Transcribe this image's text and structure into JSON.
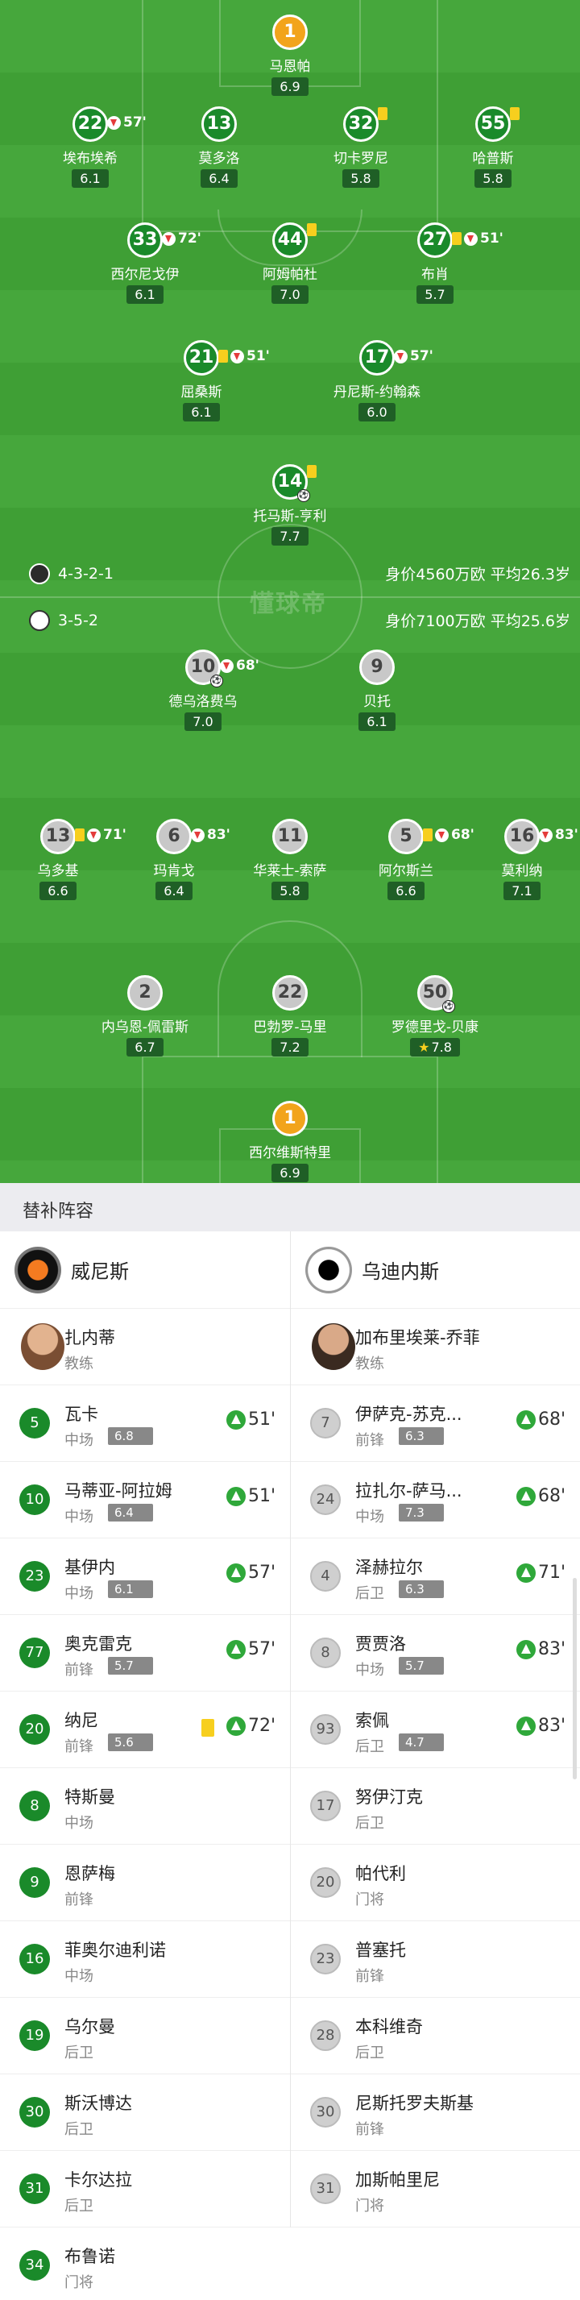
{
  "pitch": {
    "watermark": "懂球帝",
    "top_team": {
      "formation": "4-3-2-1",
      "value_text": "身价4560万欧 平均26.3岁",
      "players": [
        {
          "num": "1",
          "name": "马恩帕",
          "rating": "6.9",
          "gk": true
        },
        {
          "num": "22",
          "name": "埃布埃希",
          "rating": "6.1",
          "sub_out": "57'"
        },
        {
          "num": "13",
          "name": "莫多洛",
          "rating": "6.4"
        },
        {
          "num": "32",
          "name": "切卡罗尼",
          "rating": "5.8",
          "yellow": true
        },
        {
          "num": "55",
          "name": "哈普斯",
          "rating": "5.8",
          "yellow": true
        },
        {
          "num": "33",
          "name": "西尔尼戈伊",
          "rating": "6.1",
          "sub_out": "72'"
        },
        {
          "num": "44",
          "name": "阿姆帕杜",
          "rating": "7.0",
          "yellow": true
        },
        {
          "num": "27",
          "name": "布肖",
          "rating": "5.7",
          "yellow": true,
          "sub_out": "51'"
        },
        {
          "num": "21",
          "name": "屈桑斯",
          "rating": "6.1",
          "yellow": true,
          "sub_out": "51'"
        },
        {
          "num": "17",
          "name": "丹尼斯-约翰森",
          "rating": "6.0",
          "sub_out": "57'"
        },
        {
          "num": "14",
          "name": "托马斯-亨利",
          "rating": "7.7",
          "yellow": true,
          "goal": true
        }
      ]
    },
    "bottom_team": {
      "formation": "3-5-2",
      "value_text": "身价7100万欧 平均25.6岁",
      "players": [
        {
          "num": "10",
          "name": "德乌洛费乌",
          "rating": "7.0",
          "sub_out": "68'",
          "goal": true
        },
        {
          "num": "9",
          "name": "贝托",
          "rating": "6.1"
        },
        {
          "num": "13",
          "name": "乌多基",
          "rating": "6.6",
          "yellow": true,
          "sub_out": "71'"
        },
        {
          "num": "6",
          "name": "玛肯戈",
          "rating": "6.4",
          "sub_out": "83'"
        },
        {
          "num": "11",
          "name": "华莱士-索萨",
          "rating": "5.8"
        },
        {
          "num": "5",
          "name": "阿尔斯兰",
          "rating": "6.6",
          "yellow": true,
          "sub_out": "68'"
        },
        {
          "num": "16",
          "name": "莫利纳",
          "rating": "7.1",
          "sub_out": "83'"
        },
        {
          "num": "2",
          "name": "内乌恩-佩雷斯",
          "rating": "6.7"
        },
        {
          "num": "22",
          "name": "巴勃罗-马里",
          "rating": "7.2"
        },
        {
          "num": "50",
          "name": "罗德里戈-贝康",
          "rating": "7.8",
          "goal": true,
          "star": true
        },
        {
          "num": "1",
          "name": "西尔维斯特里",
          "rating": "6.9",
          "gk": true
        }
      ]
    }
  },
  "subs": {
    "title": "替补阵容",
    "left": {
      "team": "威尼斯",
      "coach": {
        "name": "扎内蒂",
        "role": "教练"
      },
      "players": [
        {
          "num": "5",
          "name": "瓦卡",
          "pos": "中场",
          "rating": "6.8",
          "in": "51'"
        },
        {
          "num": "10",
          "name": "马蒂亚-阿拉姆",
          "pos": "中场",
          "rating": "6.4",
          "in": "51'"
        },
        {
          "num": "23",
          "name": "基伊内",
          "pos": "中场",
          "rating": "6.1",
          "in": "57'"
        },
        {
          "num": "77",
          "name": "奥克雷克",
          "pos": "前锋",
          "rating": "5.7",
          "in": "57'"
        },
        {
          "num": "20",
          "name": "纳尼",
          "pos": "前锋",
          "rating": "5.6",
          "in": "72'",
          "yellow": true
        },
        {
          "num": "8",
          "name": "特斯曼",
          "pos": "中场"
        },
        {
          "num": "9",
          "name": "恩萨梅",
          "pos": "前锋"
        },
        {
          "num": "16",
          "name": "菲奥尔迪利诺",
          "pos": "中场"
        },
        {
          "num": "19",
          "name": "乌尔曼",
          "pos": "后卫"
        },
        {
          "num": "30",
          "name": "斯沃博达",
          "pos": "后卫"
        },
        {
          "num": "31",
          "name": "卡尔达拉",
          "pos": "后卫"
        },
        {
          "num": "34",
          "name": "布鲁诺",
          "pos": "门将"
        }
      ]
    },
    "right": {
      "team": "乌迪内斯",
      "coach": {
        "name": "加布里埃莱-乔菲",
        "role": "教练"
      },
      "players": [
        {
          "num": "7",
          "name": "伊萨克-苏克...",
          "pos": "前锋",
          "rating": "6.3",
          "in": "68'"
        },
        {
          "num": "24",
          "name": "拉扎尔-萨马...",
          "pos": "中场",
          "rating": "7.3",
          "in": "68'"
        },
        {
          "num": "4",
          "name": "泽赫拉尔",
          "pos": "后卫",
          "rating": "6.3",
          "in": "71'"
        },
        {
          "num": "8",
          "name": "贾贾洛",
          "pos": "中场",
          "rating": "5.7",
          "in": "83'"
        },
        {
          "num": "93",
          "name": "索佩",
          "pos": "后卫",
          "rating": "4.7",
          "in": "83'"
        },
        {
          "num": "17",
          "name": "努伊汀克",
          "pos": "后卫"
        },
        {
          "num": "20",
          "name": "帕代利",
          "pos": "门将"
        },
        {
          "num": "23",
          "name": "普塞托",
          "pos": "前锋"
        },
        {
          "num": "28",
          "name": "本科维奇",
          "pos": "后卫"
        },
        {
          "num": "30",
          "name": "尼斯托罗夫斯基",
          "pos": "前锋"
        },
        {
          "num": "31",
          "name": "加斯帕里尼",
          "pos": "门将"
        }
      ]
    }
  }
}
